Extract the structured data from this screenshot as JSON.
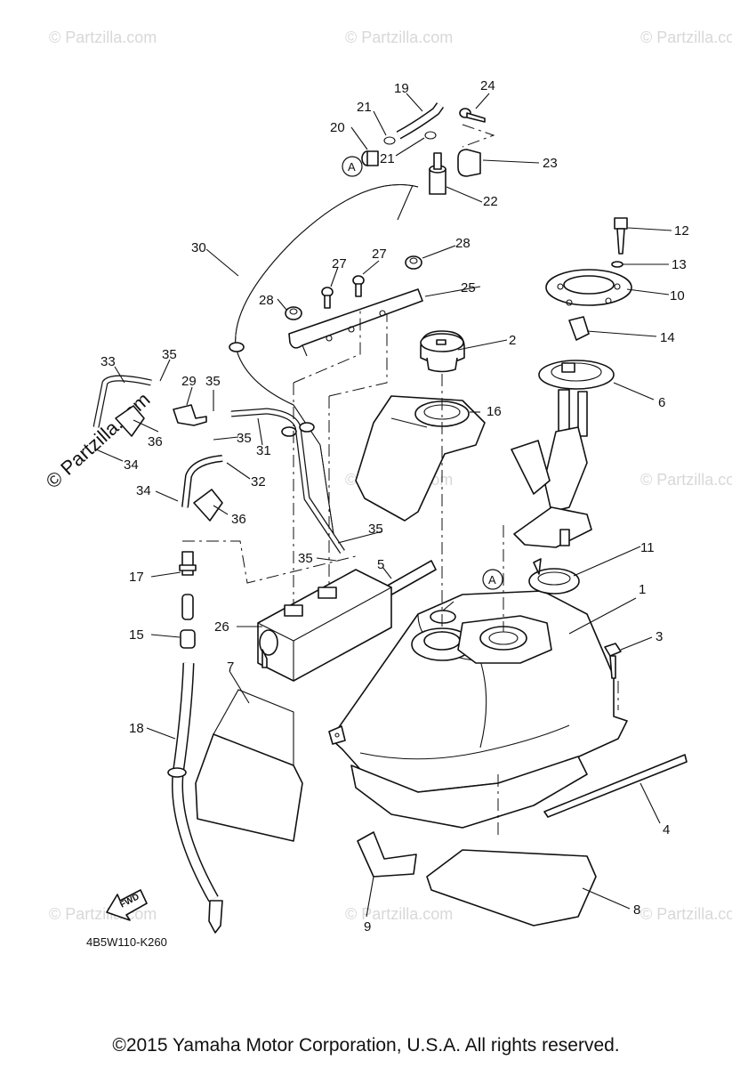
{
  "watermarks": [
    "© Partzilla.com",
    "© Partzilla.com",
    "© Partzilla.com",
    "© Partzilla.com",
    "© Partzilla.com",
    "© Partzilla.com",
    "© Partzilla.com",
    "© Partzilla.com"
  ],
  "side_watermark": "© Partzilla.com",
  "callouts": [
    "1",
    "2",
    "3",
    "4",
    "5",
    "6",
    "7",
    "8",
    "9",
    "10",
    "11",
    "12",
    "13",
    "14",
    "15",
    "16",
    "17",
    "18",
    "19",
    "20",
    "21",
    "21",
    "22",
    "23",
    "24",
    "25",
    "26",
    "27",
    "27",
    "28",
    "28",
    "29",
    "30",
    "31",
    "32",
    "33",
    "34",
    "34",
    "35",
    "35",
    "35",
    "35",
    "35",
    "36",
    "36"
  ],
  "reference_markers": [
    "A",
    "A"
  ],
  "fwd_label": "FWD",
  "diagram_code": "4B5W110-K260",
  "copyright": "©2015 Yamaha Motor Corporation, U.S.A. All rights reserved."
}
